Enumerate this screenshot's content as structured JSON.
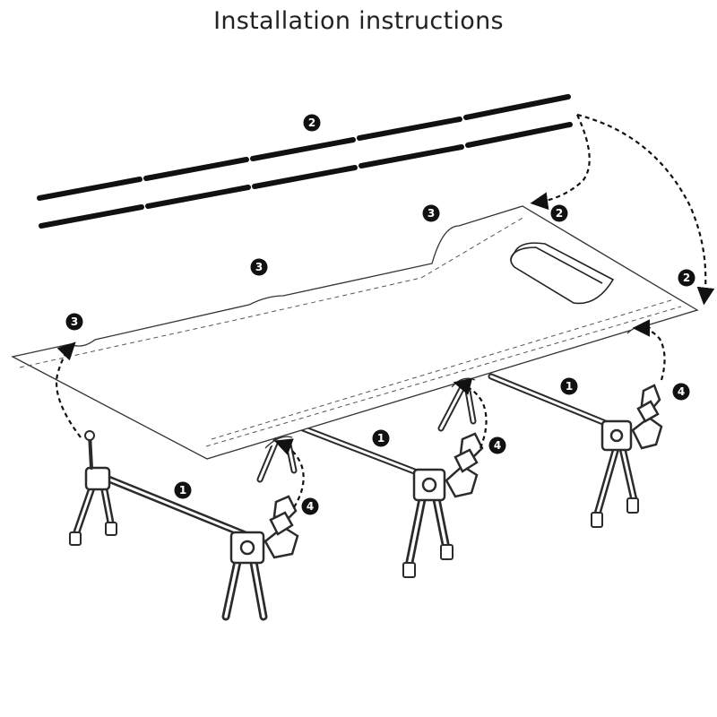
{
  "title": "Installation instructions",
  "steps": {
    "frame": "1",
    "poles": "2",
    "fabric": "3",
    "lock": "4"
  },
  "colors": {
    "ink": "#111111",
    "fabric": "#ffffff",
    "frame": "#2b2b2b"
  }
}
